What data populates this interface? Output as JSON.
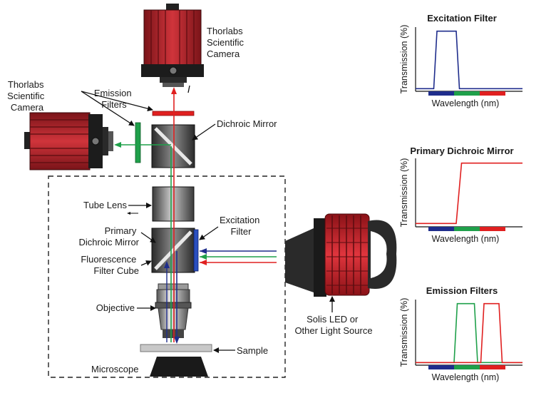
{
  "labels": {
    "camera_top": [
      "Thorlabs",
      "Scientific",
      "Camera"
    ],
    "camera_left": [
      "Thorlabs",
      "Scientific",
      "Camera"
    ],
    "emission_filters": [
      "Emission",
      "Filters"
    ],
    "dichroic_mirror": "Dichroic Mirror",
    "tube_lens": "Tube Lens",
    "primary_dichroic": [
      "Primary",
      "Dichroic Mirror"
    ],
    "fluorescence_cube": [
      "Fluorescence",
      "Filter Cube"
    ],
    "excitation_filter": [
      "Excitation",
      "Filter"
    ],
    "objective": "Objective",
    "sample": "Sample",
    "microscope": "Microscope",
    "light_source": [
      "Solis LED or",
      "Other Light Source"
    ]
  },
  "colors": {
    "blue": "#1f2d8c",
    "green": "#1fa04a",
    "red": "#e02020",
    "camera_red": "#b8232b",
    "dark": "#1a1a1a"
  },
  "chart_data": [
    {
      "type": "line",
      "title": "Excitation Filter",
      "xlabel": "Wavelength (nm)",
      "ylabel": "Transmission (%)",
      "bands": [
        "#1f2d8c",
        "#1fa04a",
        "#e02020"
      ],
      "series": [
        {
          "color": "#1f2d8c",
          "points": [
            [
              0,
              0.02
            ],
            [
              0.17,
              0.02
            ],
            [
              0.2,
              0.98
            ],
            [
              0.38,
              0.98
            ],
            [
              0.41,
              0.02
            ],
            [
              1,
              0.02
            ]
          ]
        }
      ]
    },
    {
      "type": "line",
      "title": "Primary Dichroic Mirror",
      "xlabel": "Wavelength (nm)",
      "ylabel": "Transmission (%)",
      "bands": [
        "#1f2d8c",
        "#1fa04a",
        "#e02020"
      ],
      "series": [
        {
          "color": "#e02020",
          "points": [
            [
              0,
              0.03
            ],
            [
              0.38,
              0.03
            ],
            [
              0.43,
              0.97
            ],
            [
              1,
              0.97
            ]
          ]
        }
      ]
    },
    {
      "type": "line",
      "title": "Emission Filters",
      "xlabel": "Wavelength (nm)",
      "ylabel": "Transmission (%)",
      "bands": [
        "#1f2d8c",
        "#1fa04a",
        "#e02020"
      ],
      "series": [
        {
          "color": "#1fa04a",
          "points": [
            [
              0,
              0.02
            ],
            [
              0.36,
              0.02
            ],
            [
              0.39,
              0.98
            ],
            [
              0.55,
              0.98
            ],
            [
              0.58,
              0.02
            ],
            [
              1,
              0.02
            ]
          ]
        },
        {
          "color": "#e02020",
          "points": [
            [
              0,
              0.02
            ],
            [
              0.61,
              0.02
            ],
            [
              0.64,
              0.98
            ],
            [
              0.78,
              0.98
            ],
            [
              0.81,
              0.02
            ],
            [
              1,
              0.02
            ]
          ]
        }
      ]
    }
  ]
}
